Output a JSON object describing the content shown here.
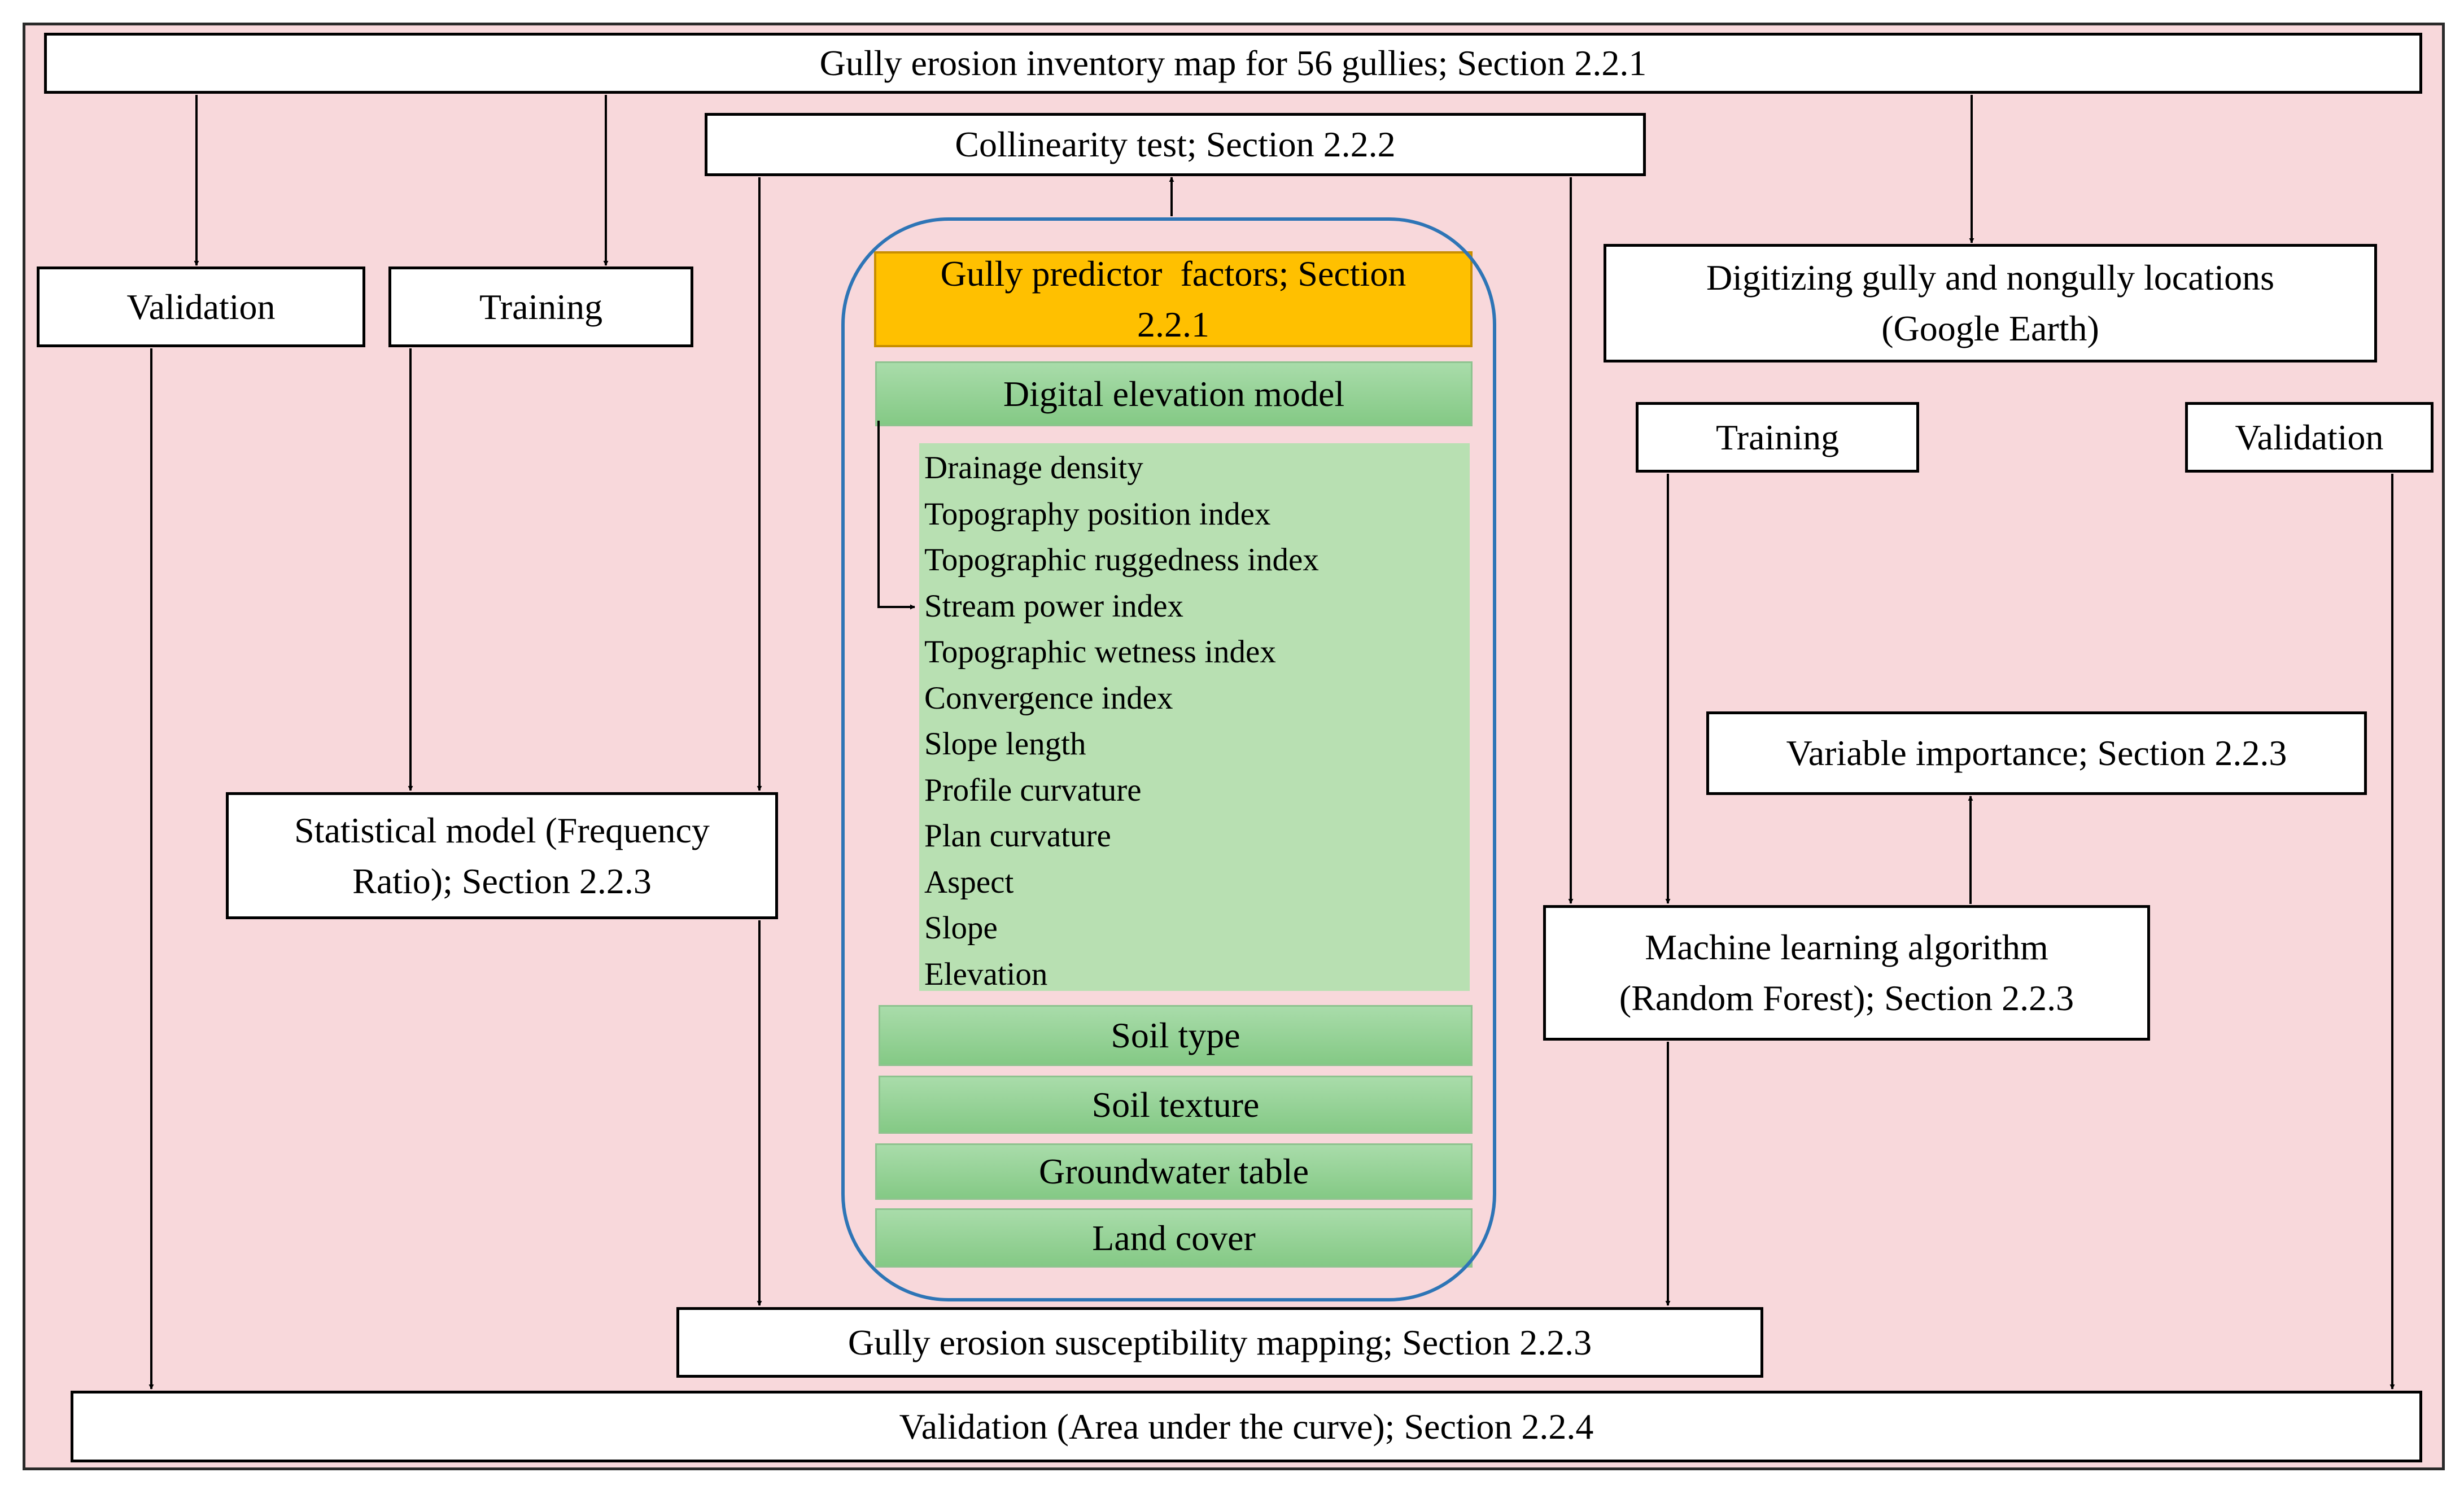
{
  "nodes": {
    "inventory": "Gully erosion inventory map for 56 gullies; Section 2.2.1",
    "collinearity": "Collinearity test; Section 2.2.2",
    "validation_left": "Validation",
    "training_left": "Training",
    "digitizing_line1": "Digitizing gully and nongully locations",
    "digitizing_line2": "(Google Earth)",
    "training_right": "Training",
    "validation_right": "Validation",
    "predictor_line1": "Gully predictor  factors; Section",
    "predictor_line2": "2.2.1",
    "dem": "Digital elevation model",
    "dem_derivatives": [
      "Drainage density",
      "Topography position index",
      "Topographic ruggedness index",
      "Stream power index",
      "Topographic wetness index",
      "Convergence index",
      "Slope length",
      "Profile curvature",
      "Plan curvature",
      "Aspect",
      "Slope",
      "Elevation"
    ],
    "soil_type": "Soil type",
    "soil_texture": "Soil texture",
    "groundwater": "Groundwater table",
    "land_cover": "Land cover",
    "variable_importance": "Variable importance; Section 2.2.3",
    "statistical_line1": "Statistical model  (Frequency",
    "statistical_line2": "Ratio); Section 2.2.3",
    "ml_line1": "Machine learning algorithm",
    "ml_line2": "(Random Forest); Section 2.2.3",
    "susceptibility": "Gully erosion susceptibility mapping; Section 2.2.3",
    "validation_auc": "Validation (Area under the curve); Section 2.2.4"
  },
  "colors": {
    "background": "#f8d8db",
    "predictor_header": "#ffc000",
    "factor_bar": "#a9dcaa",
    "capsule_border": "#2e75b6"
  }
}
